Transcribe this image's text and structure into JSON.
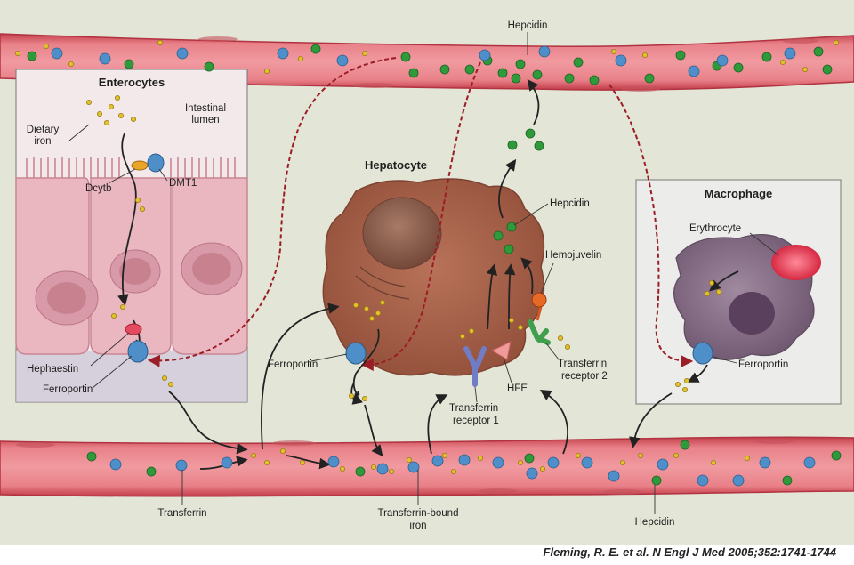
{
  "labels": {
    "hepcidin_top": "Hepcidin",
    "enterocytes": "Enterocytes",
    "intestinal_lumen_1": "Intestinal",
    "intestinal_lumen_2": "lumen",
    "dietary_iron_1": "Dietary",
    "dietary_iron_2": "iron",
    "dcytb": "Dcytb",
    "dmt1": "DMT1",
    "hephaestin": "Hephaestin",
    "ferroportin_enterocyte": "Ferroportin",
    "hepatocyte": "Hepatocyte",
    "hepcidin_hepatocyte": "Hepcidin",
    "hemojuvelin": "Hemojuvelin",
    "ferroportin_hepatocyte": "Ferroportin",
    "hfe": "HFE",
    "tfr1_1": "Transferrin",
    "tfr1_2": "receptor 1",
    "tfr2_1": "Transferrin",
    "tfr2_2": "receptor 2",
    "macrophage": "Macrophage",
    "erythrocyte": "Erythrocyte",
    "ferroportin_macrophage": "Ferroportin",
    "transferrin": "Transferrin",
    "transferrin_bound_1": "Transferrin-bound",
    "transferrin_bound_2": "iron",
    "hepcidin_bottom": "Hepcidin"
  },
  "citation": "Fleming, R. E. et al. N Engl J Med 2005;352:1741-1744",
  "colors": {
    "background": "#e3e5d6",
    "vessel": "#cf4a55",
    "vessel_lumen": "#e77a82",
    "enterocyte": "#eab7c1",
    "hepatocyte": "#a8624a",
    "macrophage": "#8a7186",
    "hepcidin": "#2f9a3a",
    "transferrin": "#4f8fc9",
    "iron": "#e2c02e",
    "inhibition_arrow": "#9b1d25"
  }
}
